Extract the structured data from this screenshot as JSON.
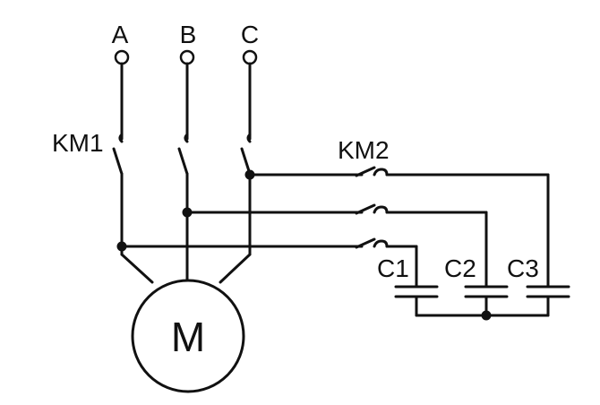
{
  "diagram": {
    "phases": [
      {
        "label": "A"
      },
      {
        "label": "B"
      },
      {
        "label": "C"
      }
    ],
    "contactors": [
      {
        "label": "KM1"
      },
      {
        "label": "KM2"
      }
    ],
    "capacitors": [
      {
        "label": "C1"
      },
      {
        "label": "C2"
      },
      {
        "label": "C3"
      }
    ],
    "motor": {
      "label": "M"
    }
  }
}
